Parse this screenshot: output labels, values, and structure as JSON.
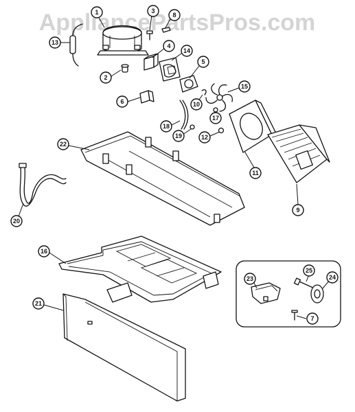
{
  "watermark": "AppliancePartsPros.com",
  "callouts": [
    {
      "id": "c1",
      "label": "1"
    },
    {
      "id": "c2",
      "label": "2"
    },
    {
      "id": "c3",
      "label": "3"
    },
    {
      "id": "c4",
      "label": "4"
    },
    {
      "id": "c5",
      "label": "5"
    },
    {
      "id": "c6",
      "label": "6"
    },
    {
      "id": "c7",
      "label": "7"
    },
    {
      "id": "c8",
      "label": "8"
    },
    {
      "id": "c9",
      "label": "9"
    },
    {
      "id": "c10",
      "label": "10"
    },
    {
      "id": "c11",
      "label": "11"
    },
    {
      "id": "c12",
      "label": "12"
    },
    {
      "id": "c13",
      "label": "13"
    },
    {
      "id": "c14",
      "label": "14"
    },
    {
      "id": "c15",
      "label": "15"
    },
    {
      "id": "c16",
      "label": "16"
    },
    {
      "id": "c17",
      "label": "17"
    },
    {
      "id": "c18",
      "label": "18"
    },
    {
      "id": "c19",
      "label": "19"
    },
    {
      "id": "c20",
      "label": "20"
    },
    {
      "id": "c21",
      "label": "21"
    },
    {
      "id": "c22",
      "label": "22"
    },
    {
      "id": "c23",
      "label": "23"
    },
    {
      "id": "c24",
      "label": "24"
    },
    {
      "id": "c25",
      "label": "25"
    }
  ]
}
